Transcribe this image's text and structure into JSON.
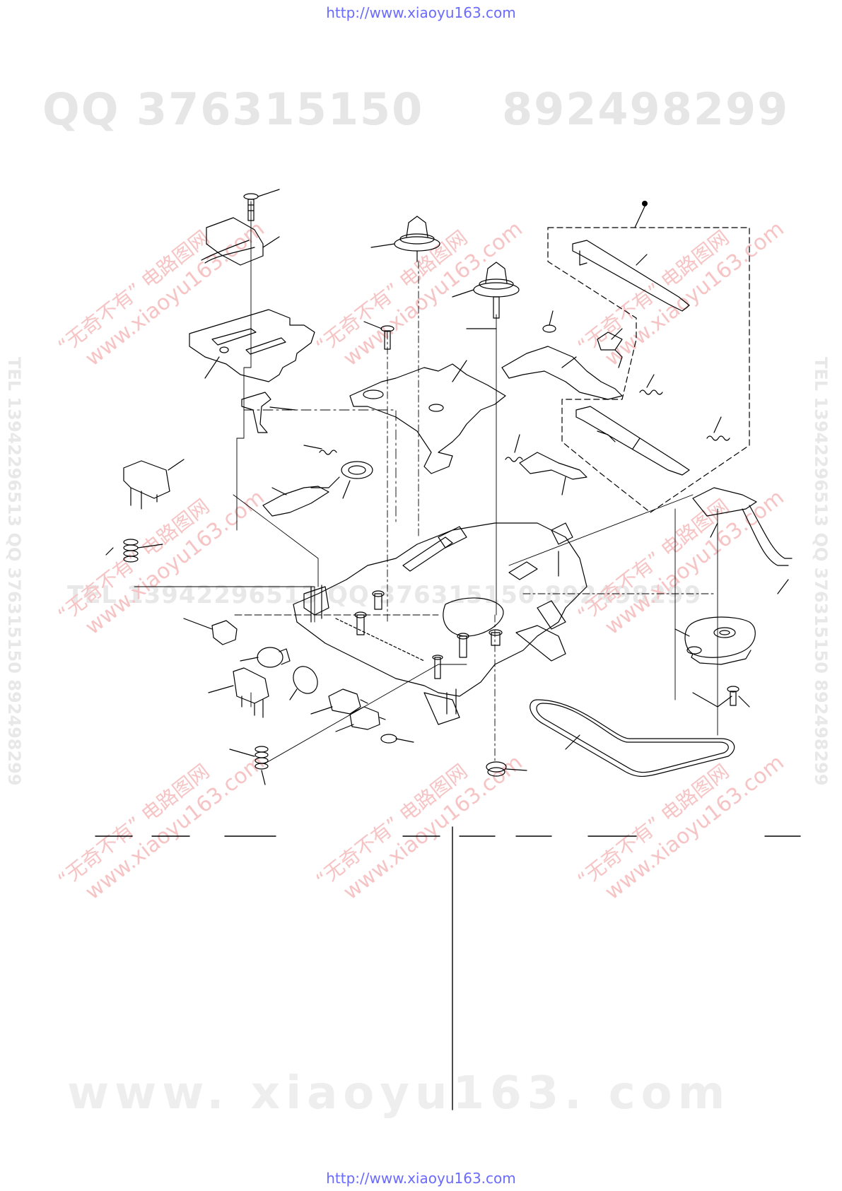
{
  "header": {
    "url": "http://www.xiaoyu163.com"
  },
  "footer": {
    "url": "http://www.xiaoyu163.com"
  },
  "watermarks": {
    "qq_left": "QQ 376315150",
    "qq_right": "892498299",
    "tel_middle": "TEL 13942296513 QQ 376315150 892498299",
    "side_vertical": "TEL 13942296513 QQ 376315150 892498299",
    "domain_large": "www. xiaoyu163. com",
    "stamp_line1": "“无奇不有” 电路图网",
    "stamp_line2": "www.xiaoyu163.com",
    "color": "#f6c4c4"
  },
  "diagram": {
    "line_color": "#000000",
    "reference_marker": "filled-dot"
  }
}
